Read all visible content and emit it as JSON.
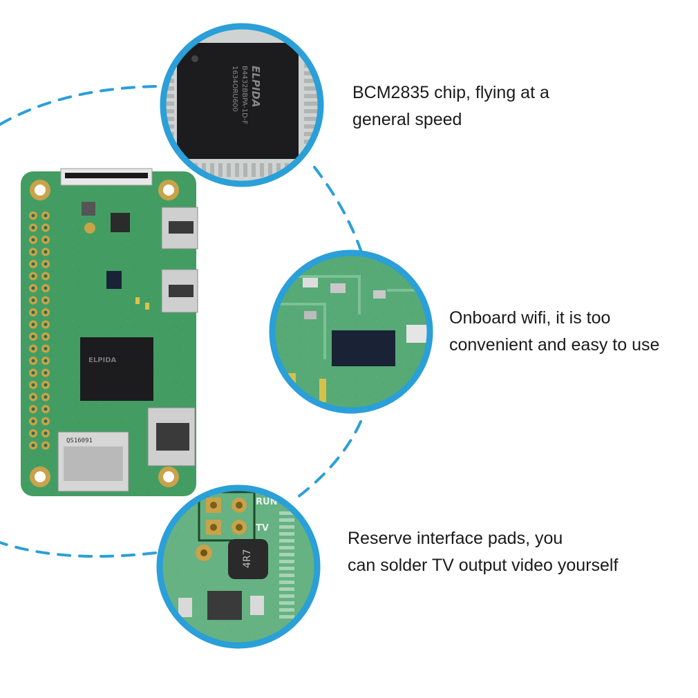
{
  "colors": {
    "accent_blue": "#2a9fd8",
    "pcb_green": "#3f9a5f",
    "chip_black": "#1c1c1f",
    "gold_pad": "#c9a24a"
  },
  "chip_markings": {
    "board_chip_brand": "ELPIDA",
    "zoom_chip_brand": "ELPIDA",
    "zoom_chip_part": "B4432BBPA-1D-F",
    "zoom_chip_code": "1634ORU600",
    "sd_label": "QS16091",
    "inductor_label": "4R7",
    "pad_label_run": "RUN",
    "pad_label_tv": "TV"
  },
  "callouts": [
    {
      "lines": [
        "BCM2835 chip, flying at a",
        "general speed"
      ]
    },
    {
      "lines": [
        "Onboard wifi, it is too",
        "convenient and easy to use"
      ]
    },
    {
      "lines": [
        "Reserve interface pads, you",
        "can solder TV output video yourself"
      ]
    }
  ]
}
